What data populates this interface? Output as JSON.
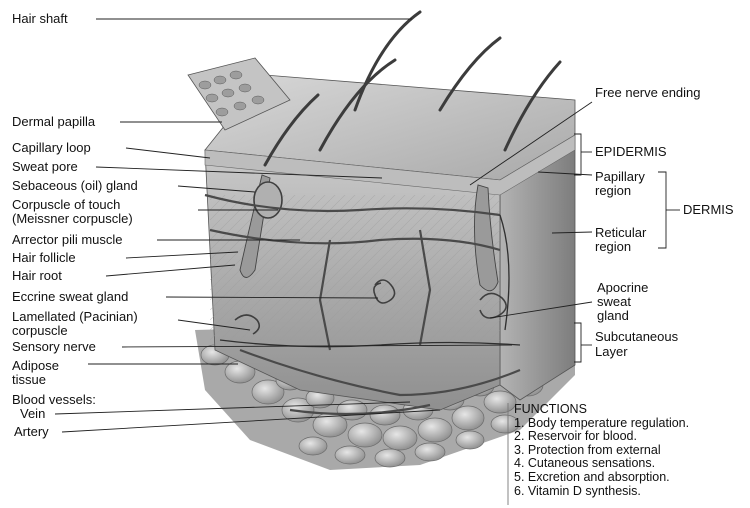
{
  "left_labels": {
    "hair_shaft": "Hair shaft",
    "dermal_papilla": "Dermal papilla",
    "capillary_loop": "Capillary loop",
    "sweat_pore": "Sweat pore",
    "sebaceous_gland": "Sebaceous (oil) gland",
    "corpuscle_touch_1": "Corpuscle of touch",
    "corpuscle_touch_2": "(Meissner corpuscle)",
    "arrector_pili": "Arrector pili muscle",
    "hair_follicle": "Hair follicle",
    "hair_root": "Hair root",
    "eccrine_gland": "Eccrine sweat gland",
    "lamellated_1": "Lamellated (Pacinian)",
    "lamellated_2": "corpuscle",
    "sensory_nerve": "Sensory nerve",
    "adipose_1": "Adipose",
    "adipose_2": "tissue",
    "blood_vessels": "Blood vessels:",
    "vein": "Vein",
    "artery": "Artery"
  },
  "right_labels": {
    "free_nerve_ending": "Free nerve ending",
    "epidermis": "EPIDERMIS",
    "papillary_1": "Papillary",
    "papillary_2": "region",
    "dermis": "DERMIS",
    "reticular_1": "Reticular",
    "reticular_2": "region",
    "apocrine_1": "Apocrine",
    "apocrine_2": "sweat",
    "apocrine_3": "gland",
    "subcutaneous_1": "Subcutaneous",
    "subcutaneous_2": "Layer"
  },
  "functions": {
    "title": "FUNCTIONS",
    "items": [
      "1. Body temperature regulation.",
      "2. Reservoir for blood.",
      "3. Protection from external",
      "4. Cutaneous sensations.",
      "5. Excretion and absorption.",
      "6. Vitamin D synthesis."
    ]
  }
}
